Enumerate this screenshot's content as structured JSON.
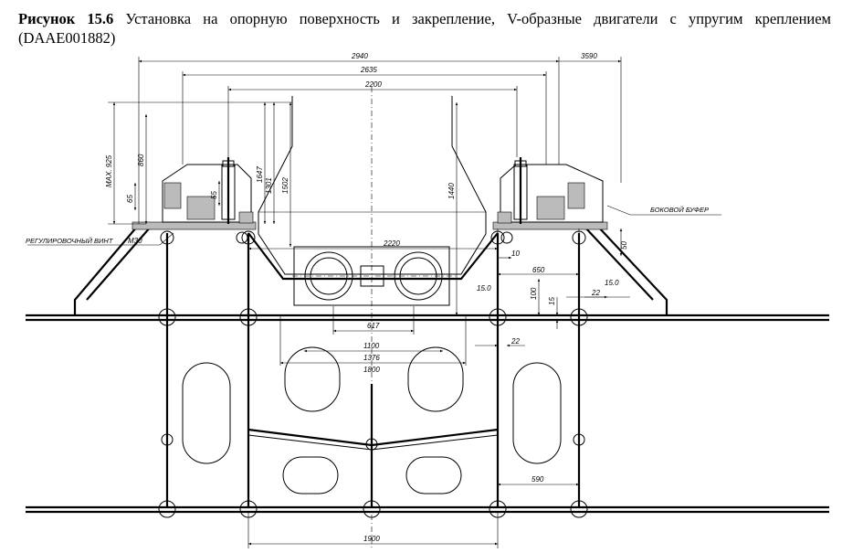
{
  "caption": {
    "label": "Рисунок 15.6",
    "text": "Установка на опорную поверхность и закрепление, V-образные двигатели с упругим креплением (DAAE001882)"
  },
  "drawing": {
    "dimensions": {
      "d2940": "2940",
      "d3590": "3590",
      "d2635": "2635",
      "d2200": "2200",
      "dmax925": "MAX. 925",
      "d860": "860",
      "d65": "65",
      "d1647": "1647",
      "d1301": "1301",
      "d1502": "1502",
      "d55": "55",
      "d1440": "1440",
      "d2220": "2220",
      "d10": "10",
      "d650": "650",
      "d50": "50",
      "d15a": "15.0",
      "d15b": "15.0",
      "d100": "100",
      "d15": "15",
      "d22a": "22",
      "d617": "617",
      "d1100": "1100",
      "d22b": "22",
      "d1376": "1376",
      "d1800": "1800",
      "d590": "590",
      "d1900": "1900"
    },
    "labels": {
      "side_buffer": "БОКОВОЙ БУФЕР",
      "adjusting_screw": "РЕГУЛИРОВОЧНЫЙ ВИНТ",
      "m30": "M30"
    }
  }
}
